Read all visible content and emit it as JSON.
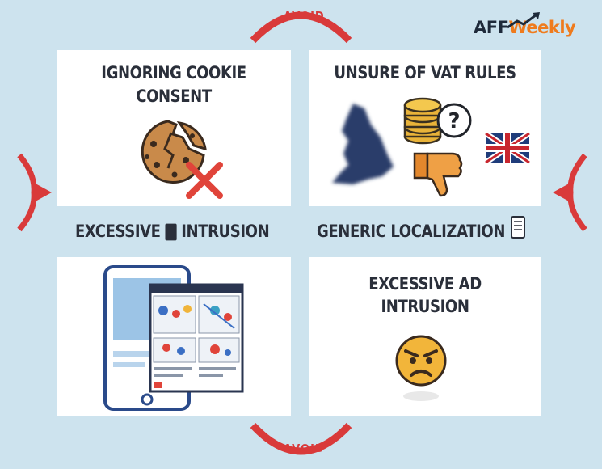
{
  "logo": {
    "part1": "AFF",
    "part2": "Weekly"
  },
  "avoid_top": "AVOID",
  "avoid_bottom": "AVOID",
  "panels": {
    "cookie": {
      "title_line1": "IGNORING COOKIE",
      "title_line2": "CONSENT"
    },
    "vat": {
      "title": "UNSURE OF VAT RULES"
    },
    "excessive_intrusion_label": "EXCESSIVE 🀫 INTRUSION",
    "generic_label": "GENERIC LOCALIZATION",
    "ad": {
      "title_line1": "EXCESSIVE AD",
      "title_line2": "INTRUSION"
    }
  },
  "colors": {
    "background": "#cde3ee",
    "accent_red": "#d93a3a",
    "navy": "#1f3c6e",
    "orange": "#ef7b1d"
  },
  "icons": [
    "cookie-icon",
    "red-x-icon",
    "uk-map-icon",
    "coins-icon",
    "question-icon",
    "thumbs-down-icon",
    "uk-flag-icon",
    "tablet-icon",
    "angry-face-icon",
    "document-icon"
  ]
}
